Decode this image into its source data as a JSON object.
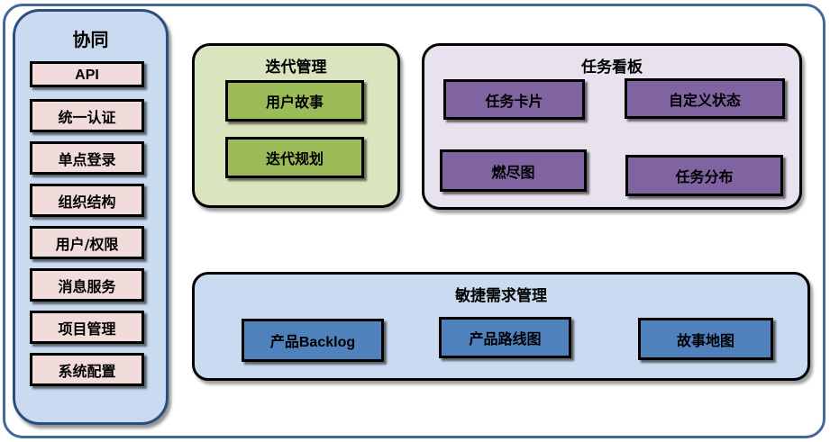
{
  "diagram": {
    "sidebar": {
      "title": "协同",
      "items": [
        {
          "label": "API"
        },
        {
          "label": "统一认证"
        },
        {
          "label": "单点登录"
        },
        {
          "label": "组织结构"
        },
        {
          "label": "用户/权限"
        },
        {
          "label": "消息服务"
        },
        {
          "label": "项目管理"
        },
        {
          "label": "系统配置"
        }
      ]
    },
    "iteration": {
      "title": "迭代管理",
      "items": [
        {
          "label": "用户故事"
        },
        {
          "label": "迭代规划"
        }
      ]
    },
    "kanban": {
      "title": "任务看板",
      "items": [
        {
          "label": "任务卡片"
        },
        {
          "label": "自定义状态"
        },
        {
          "label": "燃尽图"
        },
        {
          "label": "任务分布"
        }
      ]
    },
    "agile": {
      "title": "敏捷需求管理",
      "items": [
        {
          "label": "产品Backlog"
        },
        {
          "label": "产品路线图"
        },
        {
          "label": "故事地图"
        }
      ]
    }
  },
  "colors": {
    "frame_border": "#44679B",
    "sidebar_fill": "#C9DAF1",
    "sidebar_border": "#2B4E7E",
    "sidebar_item_fill": "#F2DCDB",
    "iteration_fill": "#D9E5BE",
    "iteration_item_fill": "#9BBB59",
    "kanban_fill": "#E7E2EE",
    "kanban_item_fill": "#8064A2",
    "agile_fill": "#C9DAF1",
    "agile_item_fill": "#4F81BD",
    "box_border": "#000000"
  }
}
